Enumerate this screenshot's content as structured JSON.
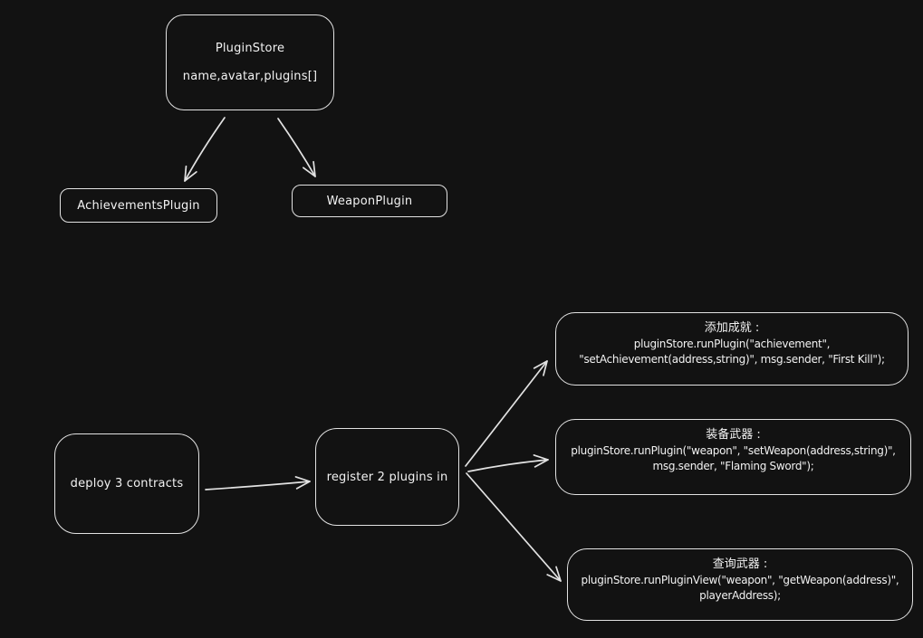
{
  "colors": {
    "background": "#121212",
    "stroke": "#e2e2e2",
    "text": "#f2f2f2"
  },
  "nodes": {
    "plugin_store": {
      "title": "PluginStore",
      "fields": "name,avatar,plugins[]"
    },
    "achievements_plugin": {
      "label": "AchievementsPlugin"
    },
    "weapon_plugin": {
      "label": "WeaponPlugin"
    },
    "deploy": {
      "label": "deploy 3 contracts"
    },
    "register": {
      "label": "register 2 plugins in"
    },
    "add_achievement": {
      "title": "添加成就 :",
      "line1": "pluginStore.runPlugin(\"achievement\",",
      "line2": "\"setAchievement(address,string)\", msg.sender, \"First Kill\");"
    },
    "equip_weapon": {
      "title": "装备武器 :",
      "line1": "pluginStore.runPlugin(\"weapon\", \"setWeapon(address,string)\",",
      "line2": "msg.sender, \"Flaming Sword\");"
    },
    "query_weapon": {
      "title": "查询武器 :",
      "line1": "pluginStore.runPluginView(\"weapon\", \"getWeapon(address)\",",
      "line2": "playerAddress);"
    }
  }
}
